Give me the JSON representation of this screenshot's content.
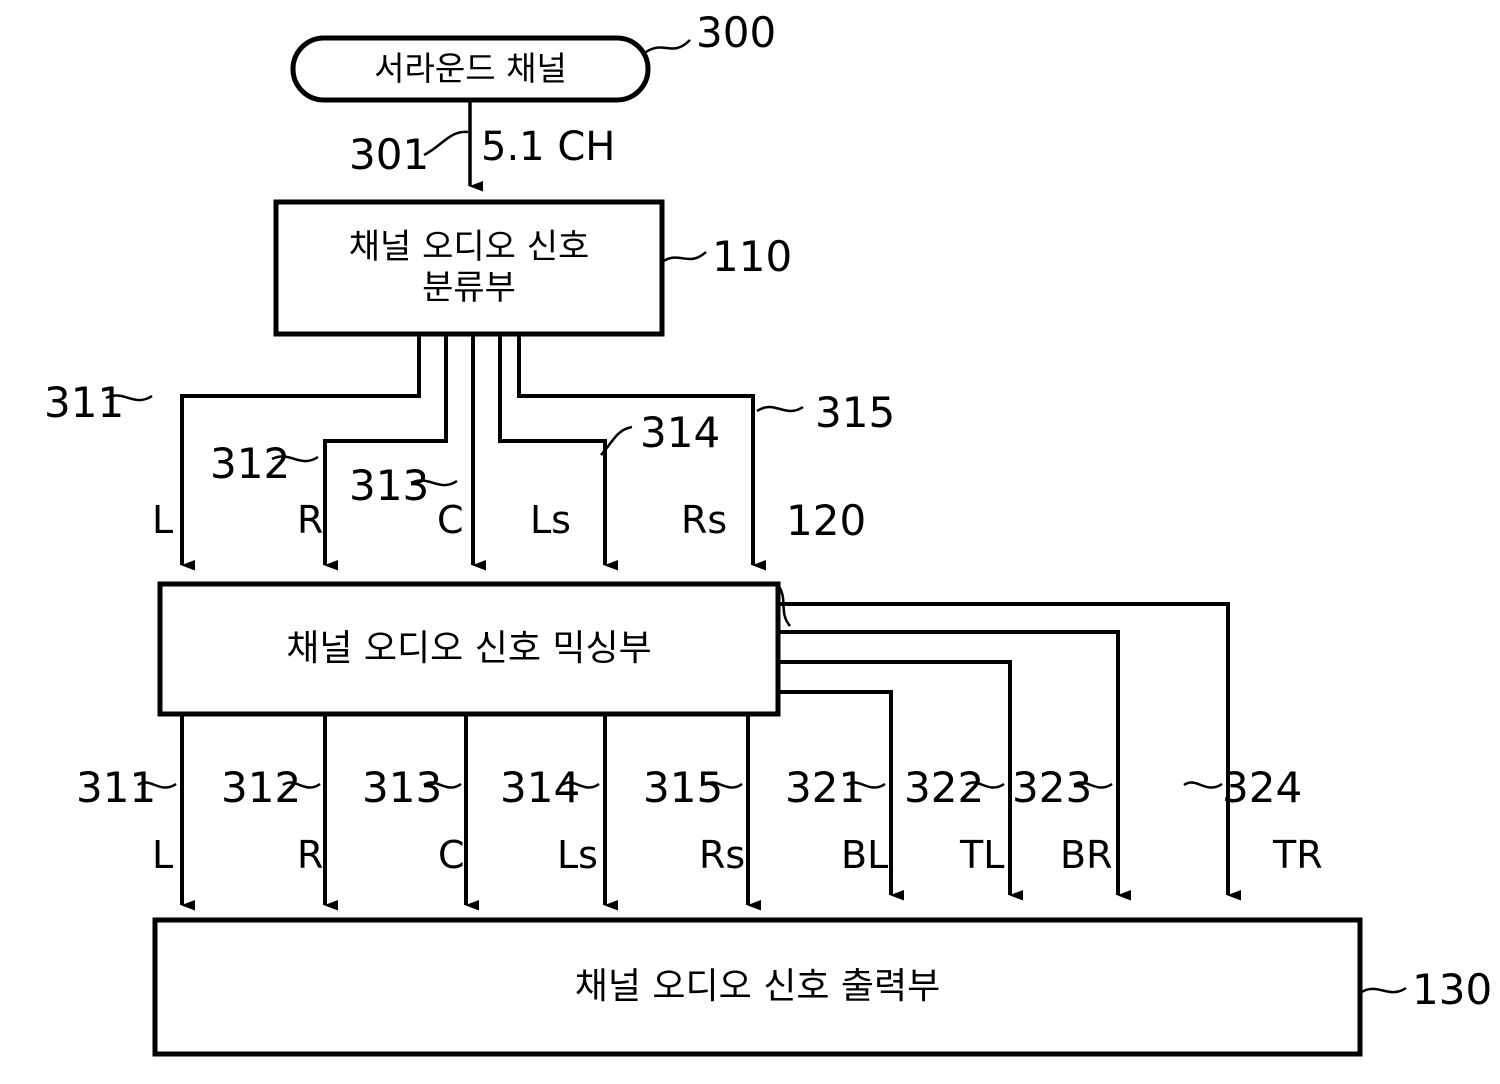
{
  "figure": {
    "source_node": {
      "ref": "300",
      "label": "서라운드 채널"
    },
    "source_arrow": {
      "ref": "301",
      "label": "5.1 CH"
    },
    "blocks": [
      {
        "ref": "110",
        "label": "채널 오디오 신호\n분류부"
      },
      {
        "ref": "120",
        "label": "채널 오디오 신호 믹싱부"
      },
      {
        "ref": "130",
        "label": "채널 오디오 신호 출력부"
      }
    ],
    "classifier_outputs": [
      {
        "ref": "311",
        "channel": "L"
      },
      {
        "ref": "312",
        "channel": "R"
      },
      {
        "ref": "313",
        "channel": "C"
      },
      {
        "ref": "314",
        "channel": "Ls"
      },
      {
        "ref": "315",
        "channel": "Rs"
      }
    ],
    "mixer_outputs": [
      {
        "ref": "311",
        "channel": "L"
      },
      {
        "ref": "312",
        "channel": "R"
      },
      {
        "ref": "313",
        "channel": "C"
      },
      {
        "ref": "314",
        "channel": "Ls"
      },
      {
        "ref": "315",
        "channel": "Rs"
      },
      {
        "ref": "321",
        "channel": "BL"
      },
      {
        "ref": "322",
        "channel": "TL"
      },
      {
        "ref": "323",
        "channel": "BR"
      },
      {
        "ref": "324",
        "channel": "TR"
      }
    ],
    "colors": {
      "line": "#000000",
      "background": "#ffffff"
    }
  }
}
